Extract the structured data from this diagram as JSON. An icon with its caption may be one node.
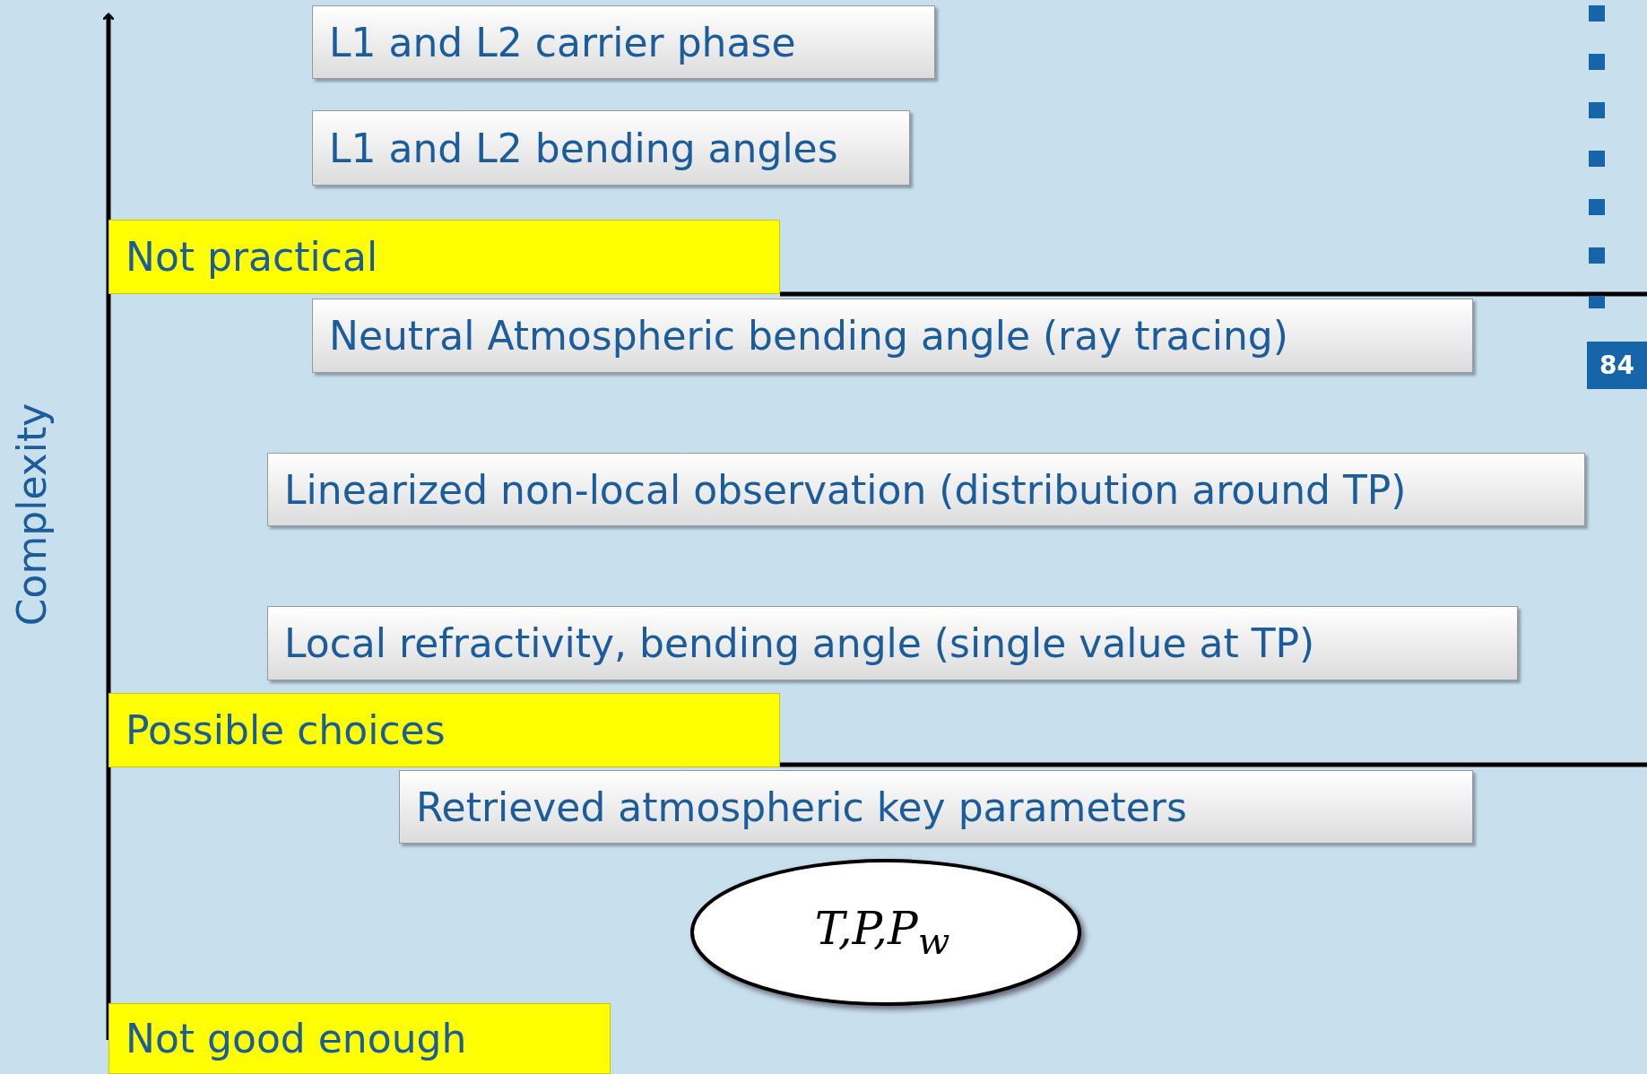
{
  "diagram": {
    "nodes": [
      {
        "text": [
          "L1 and L2 carrier phase"
        ]
      },
      {
        "text": [
          "L1 and L2 bending angles"
        ]
      },
      {
        "text": [
          "Not practical"
        ]
      },
      {
        "text": [
          "Neutral Atmospheric bending angle (ray tracing)"
        ]
      },
      {
        "text": [
          "Linearized non-local observation (distribution around TP)"
        ]
      },
      {
        "text": [
          "Local refractivity, bending angle (single value at TP)"
        ]
      },
      {
        "text": [
          "Possible choices"
        ]
      },
      {
        "text": [
          "Retrieved atmospheric key parameters"
        ]
      },
      {
        "text": [
          "T,P,P$_{w}$"
        ]
      },
      {
        "text": [
          "Not good enough"
        ]
      }
    ],
    "edges": [],
    "labels": [
      "Complexity",
      "84"
    ]
  }
}
